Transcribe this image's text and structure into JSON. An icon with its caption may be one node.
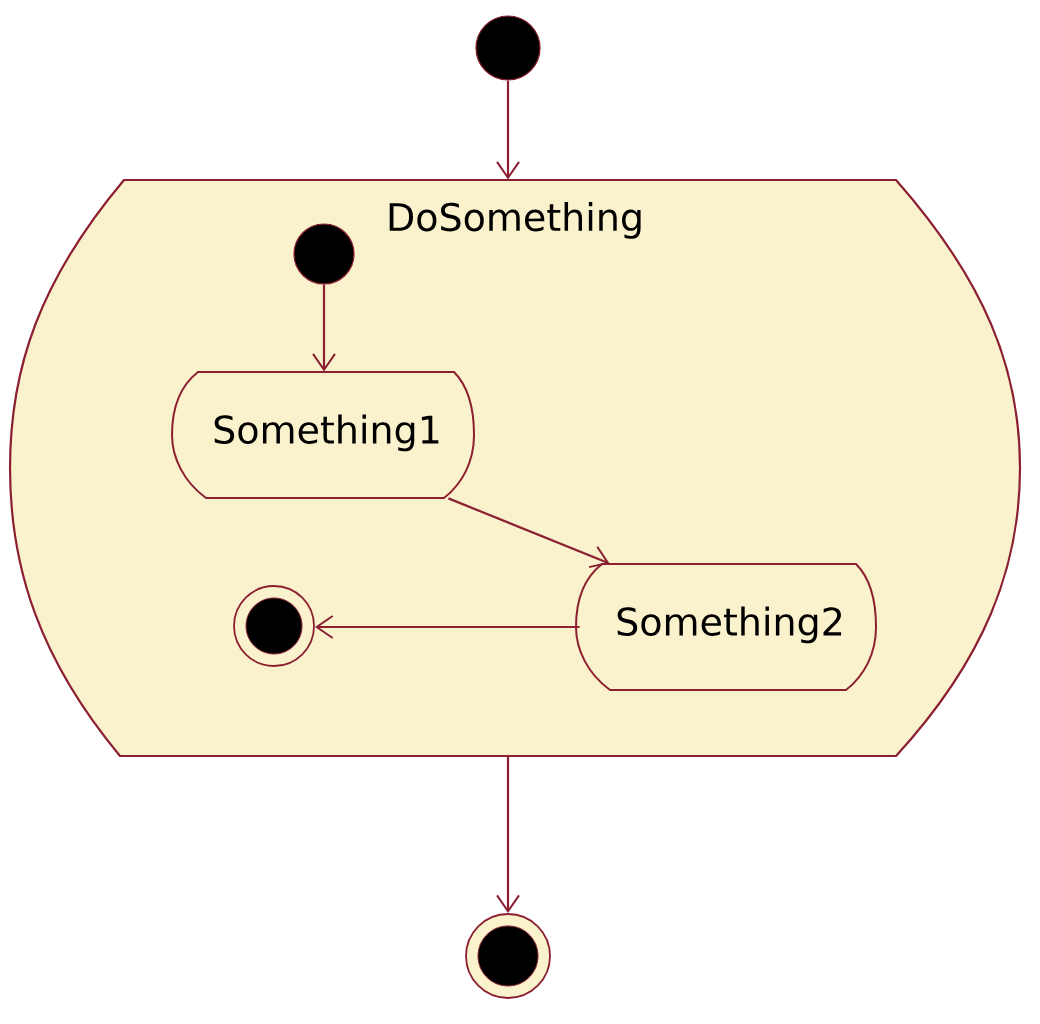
{
  "diagram": {
    "nodes": [
      {
        "text": [],
        "shape": "circle"
      },
      {
        "text": [
          "DoSomething"
        ]
      },
      {
        "text": [],
        "shape": "circle",
        "in": 1
      },
      {
        "text": [
          "Something1"
        ],
        "in": 1
      },
      {
        "text": [
          "Something2"
        ],
        "in": 1
      },
      {
        "text": [],
        "shape": "circle",
        "in": 1
      },
      {
        "text": [],
        "shape": "circle"
      }
    ],
    "edges": [
      {
        "from": 0,
        "to": 1,
        "arrow": "to"
      },
      {
        "from": 2,
        "to": 3,
        "arrow": "to"
      },
      {
        "from": 3,
        "to": 4,
        "arrow": "to"
      },
      {
        "from": 4,
        "to": 5,
        "arrow": "to"
      },
      {
        "from": 1,
        "to": 6,
        "arrow": "to"
      }
    ]
  }
}
